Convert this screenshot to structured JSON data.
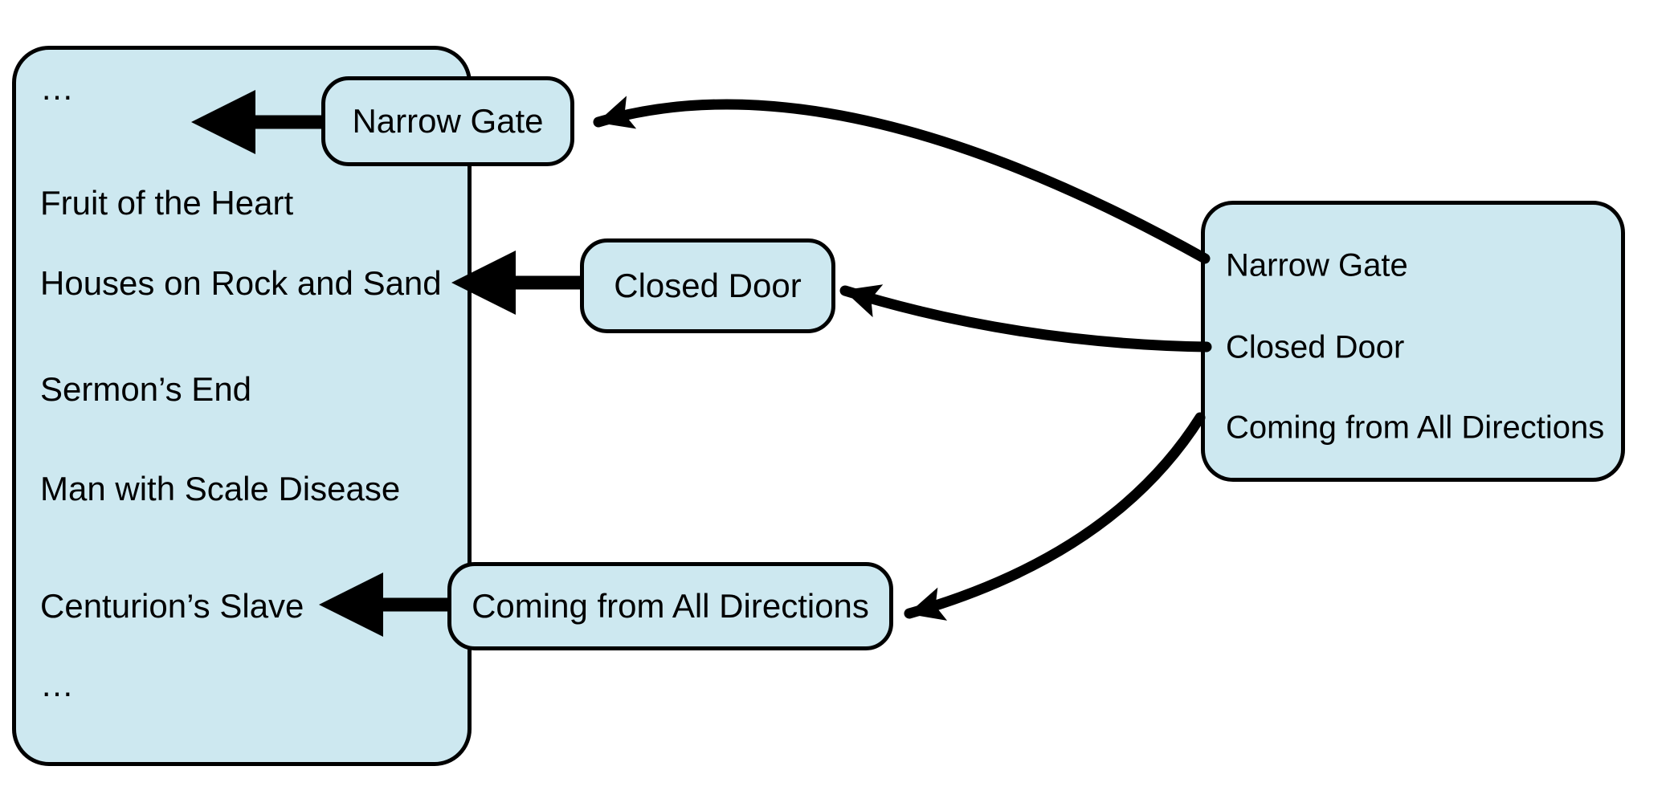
{
  "theme": {
    "background": "#ffffff",
    "box_fill": "#cde8f0",
    "box_border": "#000000",
    "arrow_color": "#000000",
    "text_color": "#000000"
  },
  "pericope_list_box": {
    "items": [
      {
        "label": "…"
      },
      {
        "label": "Fruit of the Heart"
      },
      {
        "label": "Houses on Rock and Sand"
      },
      {
        "label": "Sermon’s End"
      },
      {
        "label": "Man with Scale Disease"
      },
      {
        "label": "Centurion’s Slave"
      },
      {
        "label": "…"
      }
    ]
  },
  "inserted_pericopes": [
    {
      "label": "Narrow Gate"
    },
    {
      "label": "Closed Door"
    },
    {
      "label": "Coming from All Directions"
    }
  ],
  "source_box": {
    "items": [
      {
        "label": "Narrow Gate"
      },
      {
        "label": "Closed Door"
      },
      {
        "label": "Coming from All Directions"
      }
    ]
  }
}
